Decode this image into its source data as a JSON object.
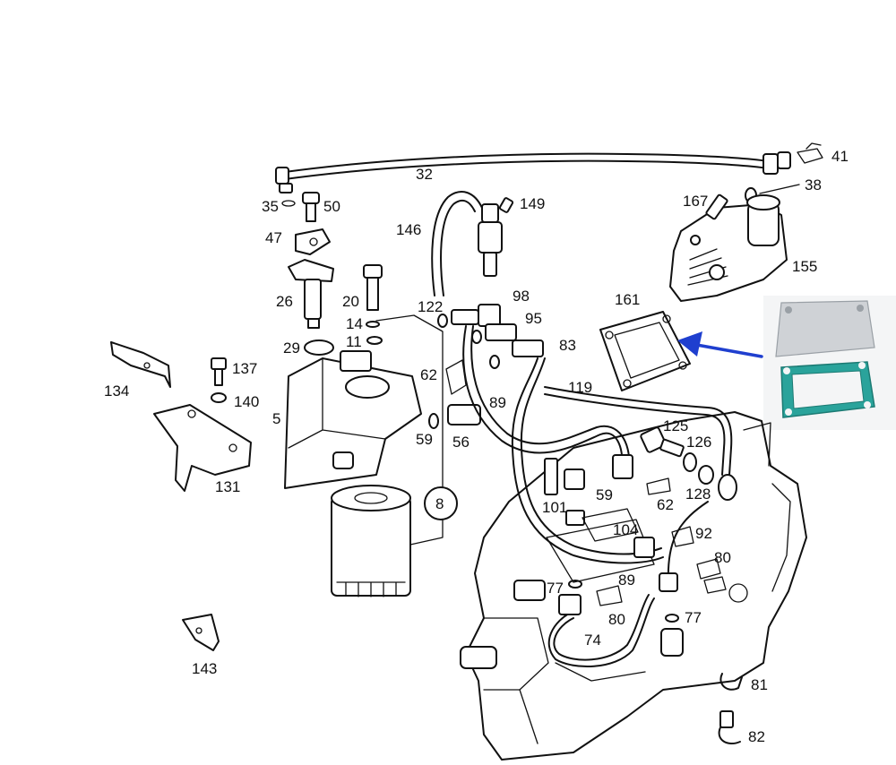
{
  "colors": {
    "line": "#111111",
    "arrow": "#1f3fcf",
    "gasket_highlight": "#2aa39b",
    "photo_gray": "#cfd2d6"
  },
  "labels": {
    "l32": "32",
    "l41": "41",
    "l38": "38",
    "l35": "35",
    "l50": "50",
    "l149": "149",
    "l146": "146",
    "l167": "167",
    "l47": "47",
    "l155": "155",
    "l26": "26",
    "l20": "20",
    "l122": "122",
    "l98": "98",
    "l161": "161",
    "l14": "14",
    "l95": "95",
    "l29": "29",
    "l11": "11",
    "l83": "83",
    "l134": "134",
    "l137": "137",
    "l62a": "62",
    "l89a": "89",
    "l119": "119",
    "l140": "140",
    "l5": "5",
    "l125": "125",
    "l59a": "59",
    "l56": "56",
    "l126": "126",
    "l131": "131",
    "l128": "128",
    "l8": "8",
    "l101": "101",
    "l59b": "59",
    "l62b": "62",
    "l104": "104",
    "l92": "92",
    "l80a": "80",
    "l89b": "89",
    "l77a": "77",
    "l80b": "80",
    "l77b": "77",
    "l74": "74",
    "l143": "143",
    "l81": "81",
    "l82": "82"
  }
}
